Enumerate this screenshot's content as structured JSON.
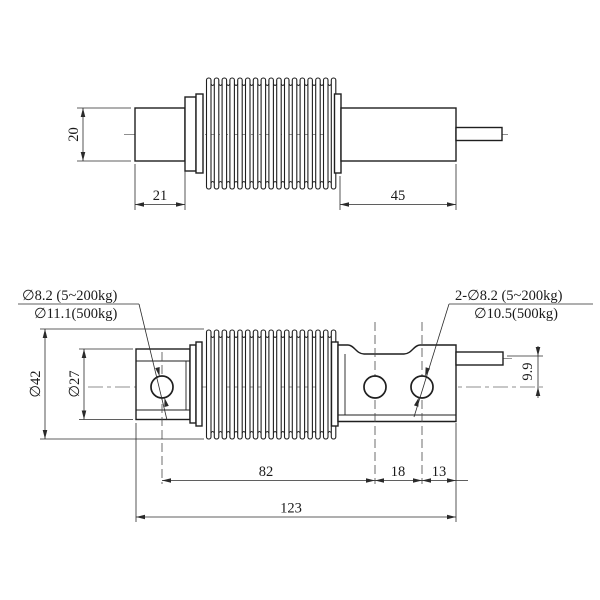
{
  "side_view": {
    "diameter_20": "20",
    "left_shaft_length_21": "21",
    "right_body_length_45": "45"
  },
  "plan_view": {
    "left_hole_spec_line1": "∅8.2 (5~200kg)",
    "left_hole_spec_line2": "∅11.1(500kg)",
    "right_hole_spec_line1": "2-∅8.2 (5~200kg)",
    "right_hole_spec_line2": "∅10.5(500kg)",
    "outer_diameter_42": "∅42",
    "boss_diameter_27": "∅27",
    "cable_offset_9_9": "9.9",
    "hole_span_82": "82",
    "hole_pitch_18": "18",
    "hole_to_end_13": "13",
    "overall_length_123": "123"
  },
  "colors": {
    "line": "#1f1f1f",
    "centerline": "#8f8f8f",
    "text": "#1a1a1a",
    "background": "#ffffff"
  }
}
